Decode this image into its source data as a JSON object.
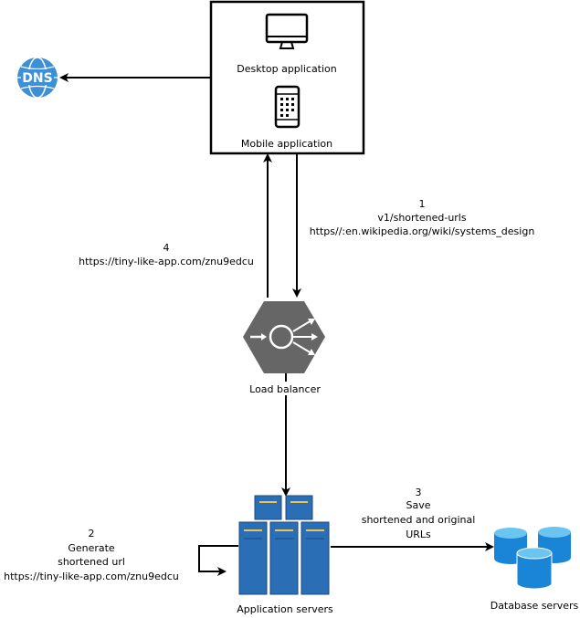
{
  "nodes": {
    "client_box": {
      "desktop": {
        "icon": "desktop-monitor-icon",
        "label": "Desktop application"
      },
      "mobile": {
        "icon": "smartphone-icon",
        "label": "Mobile application"
      }
    },
    "dns": {
      "icon": "dns-globe-icon",
      "text": "DNS",
      "color": "#3d8fd6"
    },
    "load_balancer": {
      "icon": "load-balancer-icon",
      "label": "Load balancer",
      "color": "#666666"
    },
    "app_servers": {
      "icon": "server-rack-icon",
      "label": "Application servers",
      "color": "#2a6fb5"
    },
    "db_servers": {
      "icon": "database-cylinder-icon",
      "label": "Database servers",
      "color": "#1a85d6"
    }
  },
  "steps": {
    "step1": {
      "num": "1",
      "line1": "v1/shortened-urls",
      "line2": "https//:en.wikipedia.org/wiki/systems_design"
    },
    "step2": {
      "num": "2",
      "line1": "Generate",
      "line2": "shortened url",
      "line3": "https://tiny-like-app.com/znu9edcu"
    },
    "step3": {
      "num": "3",
      "line1": "Save",
      "line2": "shortened and original",
      "line3": "URLs"
    },
    "step4": {
      "num": "4",
      "line1": "https://tiny-like-app.com/znu9edcu"
    }
  }
}
